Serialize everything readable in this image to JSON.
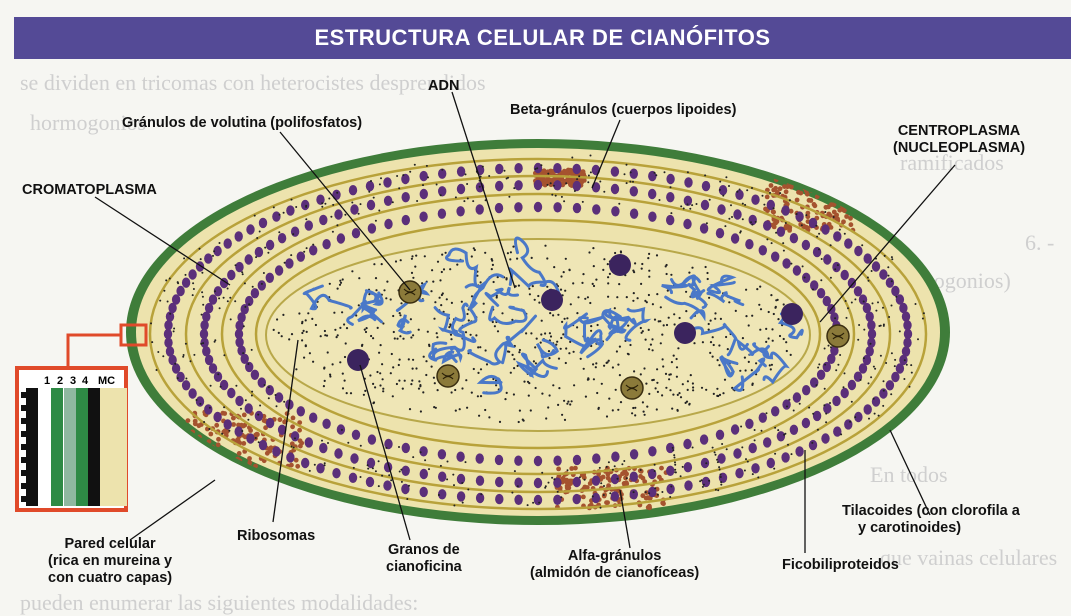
{
  "title": "ESTRUCTURA CELULAR DE CIANÓFITOS",
  "labels": {
    "adn": "ADN",
    "beta": "Beta-gránulos (cuerpos lipoides)",
    "volutina": "Gránulos de volutina (polifosfatos)",
    "centroplasma_1": "CENTROPLASMA",
    "centroplasma_2": "(NUCLEOPLASMA)",
    "cromatoplasma": "CROMATOPLASMA",
    "tilacoides_1": "Tilacoides (con clorofila a",
    "tilacoides_2": "y carotinoides)",
    "pared_1": "Pared celular",
    "pared_2": "(rica en mureina y",
    "pared_3": "con cuatro capas)",
    "ribosomas": "Ribosomas",
    "granos_1": "Granos de",
    "granos_2": "cianoficina",
    "alfa_1": "Alfa-gránulos",
    "alfa_2": "(almidón de cianofíceas)",
    "ficobili": "Ficobiliproteidos"
  },
  "inset": {
    "layers": [
      "1",
      "2",
      "3",
      "4",
      "MC"
    ]
  },
  "colors": {
    "banner": "#544a96",
    "cytoplasm": "#ede3ad",
    "membrane": "#3f7d3a",
    "granules": "#5b2f7a",
    "dna": "#4a78c8",
    "alpha_granules": "#a5532f",
    "inset_border": "#e04a2a"
  },
  "background_text": [
    "se dividen en tricomas con heterocistes desprendidos",
    "hormogonios",
    "ramificados",
    "6. - ",
    "(hormogonios)",
    "En todos",
    "que vainas celulares",
    "pueden enumerar las siguientes modalidades:"
  ]
}
